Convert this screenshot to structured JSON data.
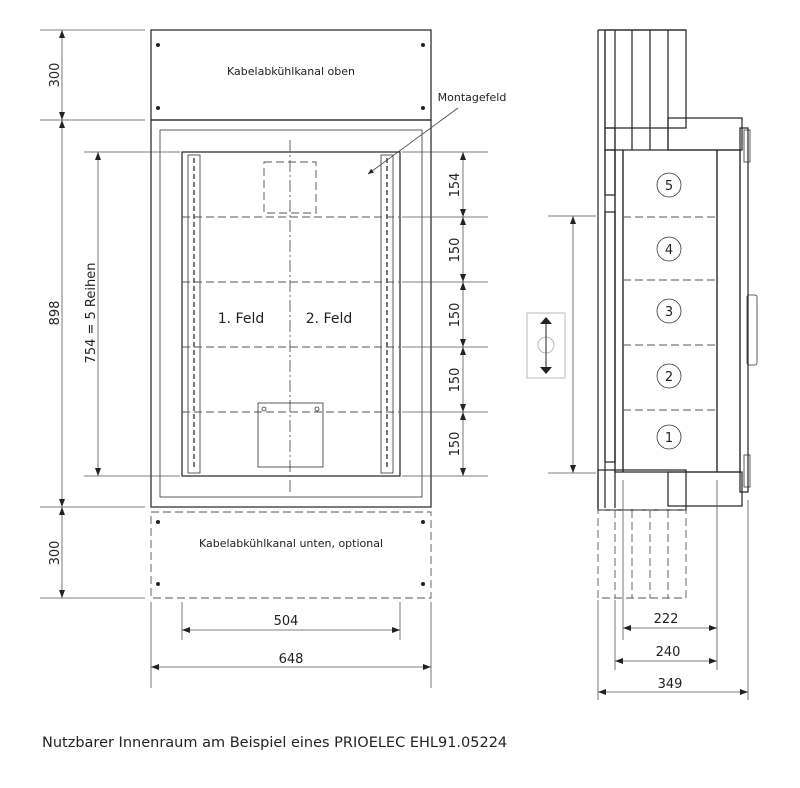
{
  "front_view": {
    "top_channel_label": "Kabelabkühlkanal oben",
    "bottom_channel_label": "Kabelabkühlkanal unten, optional",
    "mounting_field_label": "Montagefeld",
    "field_1_label": "1. Feld",
    "field_2_label": "2. Feld",
    "dims_left": {
      "top": "300",
      "total": "898",
      "bottom": "300",
      "rows": "754 = 5 Reihen"
    },
    "dims_right": [
      "154",
      "150",
      "150",
      "150",
      "150"
    ],
    "dims_bottom": {
      "inner_width": "504",
      "outer_width": "648"
    }
  },
  "side_view": {
    "rows": [
      "5",
      "4",
      "3",
      "2",
      "1"
    ],
    "dims_bottom": {
      "inner_depth": "222",
      "depth": "240",
      "total_depth": "349"
    }
  },
  "caption": "Nutzbarer Innenraum am Beispiel eines PRIOELEC EHL91.05224",
  "colors": {
    "mounting_area": "#eef8fc",
    "lines": "#222222"
  }
}
